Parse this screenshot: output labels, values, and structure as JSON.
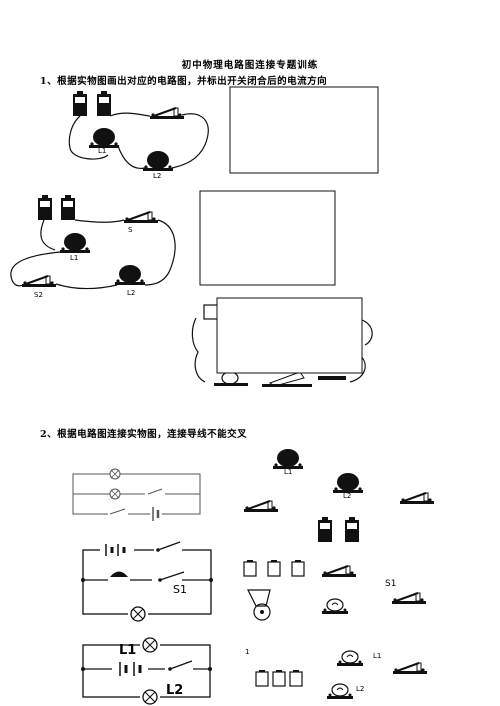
{
  "document": {
    "title": "初中物理电路图连接专题训练",
    "q1": "1、根据实物图画出对应的电路图，并标出开关闭合后的电流方向",
    "q2": "2、根据电路图连接实物图，连接导线不能交叉"
  },
  "labels": {
    "fig1_l1": "L1",
    "fig1_l2": "L2",
    "fig2_s": "S",
    "fig2_l1": "L1",
    "fig2_l2": "L2",
    "fig2_s2": "S2",
    "p1_l1": "L1",
    "p1_l2": "L2",
    "p2_s1": "S1",
    "p2_s1b": "S1",
    "p3_l1": "L1",
    "p3_l2": "L2",
    "p3_l1b": "L1",
    "p3_l2b": "L2",
    "p3_num": "1"
  }
}
